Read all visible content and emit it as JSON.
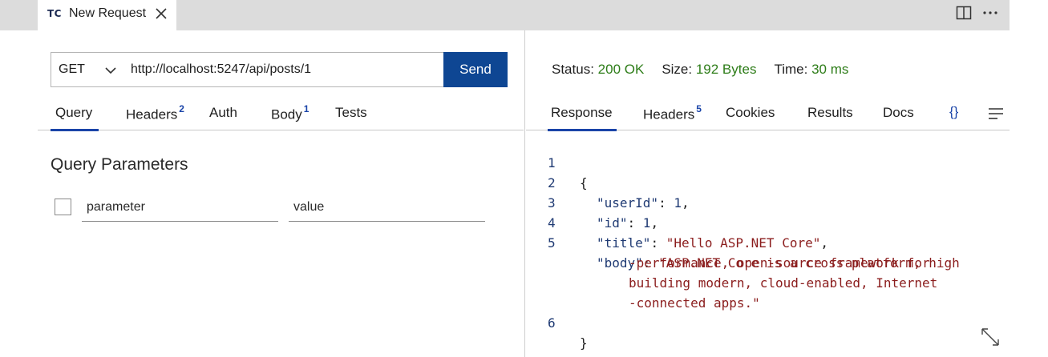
{
  "tab": {
    "logo": "TC",
    "title": "New Request"
  },
  "request": {
    "method": "GET",
    "url": "http://localhost:5247/api/posts/1",
    "send_label": "Send"
  },
  "left_tabs": [
    {
      "label": "Query",
      "badge": ""
    },
    {
      "label": "Headers",
      "badge": "2"
    },
    {
      "label": "Auth",
      "badge": ""
    },
    {
      "label": "Body",
      "badge": "1"
    },
    {
      "label": "Tests",
      "badge": ""
    }
  ],
  "query": {
    "title": "Query Parameters",
    "param_placeholder": "parameter",
    "value_placeholder": "value"
  },
  "status": {
    "status_label": "Status:",
    "status_value": "200 OK",
    "size_label": "Size:",
    "size_value": "192 Bytes",
    "time_label": "Time:",
    "time_value": "30 ms"
  },
  "right_tabs": [
    {
      "label": "Response",
      "badge": ""
    },
    {
      "label": "Headers",
      "badge": "5"
    },
    {
      "label": "Cookies",
      "badge": ""
    },
    {
      "label": "Results",
      "badge": ""
    },
    {
      "label": "Docs",
      "badge": ""
    }
  ],
  "braces_label": "{}",
  "response_lines": {
    "l1": {
      "num": "1",
      "text": "{"
    },
    "l2": {
      "num": "2",
      "key": "\"userId\"",
      "sep": ": ",
      "val": "1",
      "end": ","
    },
    "l3": {
      "num": "3",
      "key": "\"id\"",
      "sep": ": ",
      "val": "1",
      "end": ","
    },
    "l4": {
      "num": "4",
      "key": "\"title\"",
      "sep": ": ",
      "val": "\"Hello ASP.NET Core\"",
      "end": ","
    },
    "l5": {
      "num": "5",
      "key": "\"body\"",
      "sep": ": ",
      "val_a": "\"ASP.NET Core is a cross-platform, high",
      "val_b": "-performance, open-source framework for",
      "val_c": "building modern, cloud-enabled, Internet",
      "val_d": "-connected apps.\""
    },
    "l6": {
      "num": "6",
      "text": "}"
    }
  },
  "icons": {
    "close": "close-icon",
    "split": "split-editor-icon",
    "more": "more-icon",
    "chevron": "chevron-down-icon",
    "wrap": "word-wrap-icon",
    "expand": "expand-icon"
  },
  "colors": {
    "accent": "#1a44a8",
    "send_bg": "#0e4693",
    "status_ok": "#2e7d19",
    "string": "#8b1d1d"
  }
}
